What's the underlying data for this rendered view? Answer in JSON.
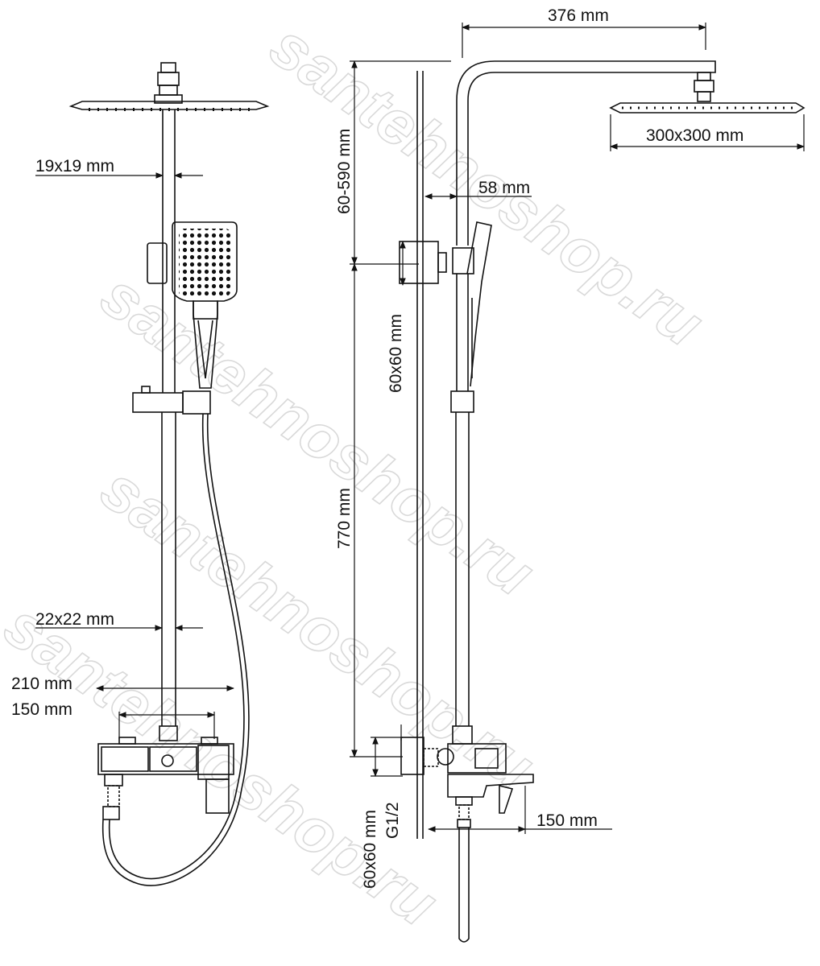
{
  "watermark": "santehnoshop.ru",
  "front_view": {
    "dims": {
      "top_pipe": "19x19 mm",
      "bottom_pipe": "22x22 mm",
      "width_outer": "210 mm",
      "width_inner": "150 mm"
    }
  },
  "side_view": {
    "dims": {
      "arm_length": "376 mm",
      "head_size": "300x300 mm",
      "top_adjust": "60-590 mm",
      "wall_offset": "58 mm",
      "bracket_size": "60x60 mm",
      "rail_height": "770 mm",
      "mixer_plate": "60x60 mm",
      "thread": "G1/2",
      "spout_length": "150 mm"
    }
  }
}
